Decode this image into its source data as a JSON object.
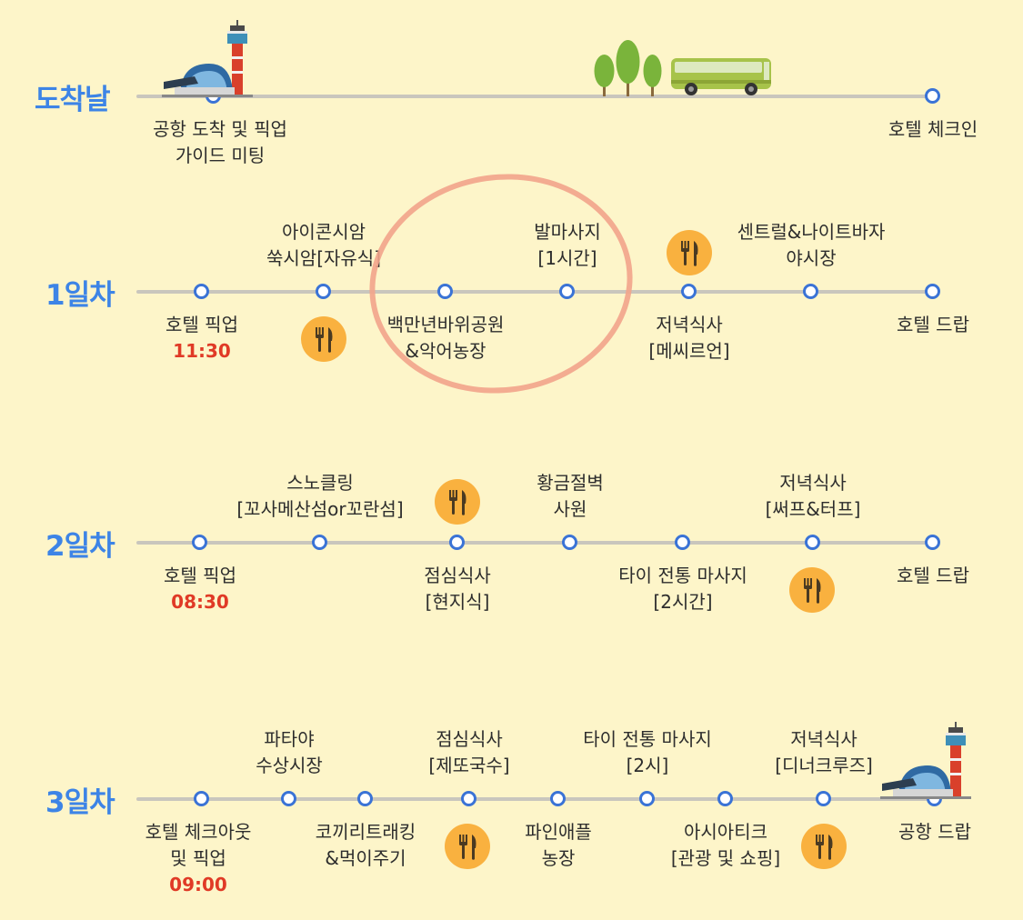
{
  "days": [
    {
      "label": "도착날",
      "stops": [
        {
          "below": [
            "공항 도착 및 픽업",
            "가이드 미팅"
          ]
        },
        {
          "below": [
            "호텔 체크인"
          ]
        }
      ]
    },
    {
      "label": "1일차",
      "stops": [
        {
          "below": [
            "호텔 픽업"
          ],
          "time": "11:30"
        },
        {
          "above": [
            "아이콘시암",
            "쑥시암[자유식]"
          ]
        },
        {
          "below": [
            "백만년바위공원",
            "&악어농장"
          ]
        },
        {
          "above": [
            "발마사지",
            "[1시간]"
          ]
        },
        {
          "below": [
            "저녁식사",
            "[메씨르언]"
          ]
        },
        {
          "above": [
            "센트럴&나이트바자",
            "야시장"
          ]
        },
        {
          "below": [
            "호텔 드랍"
          ]
        }
      ]
    },
    {
      "label": "2일차",
      "stops": [
        {
          "below": [
            "호텔 픽업"
          ],
          "time": "08:30"
        },
        {
          "above": [
            "스노클링",
            "[꼬사메산섬or꼬란섬]"
          ]
        },
        {
          "below": [
            "점심식사",
            "[현지식]"
          ]
        },
        {
          "above": [
            "황금절벽",
            "사원"
          ]
        },
        {
          "below": [
            "타이 전통 마사지",
            "[2시간]"
          ]
        },
        {
          "above": [
            "저녁식사",
            "[써프&터프]"
          ]
        },
        {
          "below": [
            "호텔 드랍"
          ]
        }
      ]
    },
    {
      "label": "3일차",
      "stops": [
        {
          "below": [
            "호텔 체크아웃",
            "및 픽업"
          ],
          "time": "09:00"
        },
        {
          "above": [
            "파타야",
            "수상시장"
          ]
        },
        {
          "below": [
            "코끼리트래킹",
            "&먹이주기"
          ]
        },
        {
          "above": [
            "점심식사",
            "[제또국수]"
          ]
        },
        {
          "below": [
            "파인애플",
            "농장"
          ]
        },
        {
          "above": [
            "타이 전통 마사지",
            "[2시]"
          ]
        },
        {
          "below": [
            "아시아티크",
            "[관광 및 쇼핑]"
          ]
        },
        {
          "above": [
            "저녁식사",
            "[디너크루즈]"
          ]
        },
        {
          "below": [
            "공항 드랍"
          ]
        }
      ]
    }
  ],
  "icons": [
    "airport-icon",
    "trees-icon",
    "bus-icon",
    "meal-icon"
  ],
  "colors": {
    "background": "#fdf5c9",
    "accent": "#3d84e6",
    "time": "#e03a26",
    "meal": "#f9b13f",
    "highlight": "#f2a48b"
  }
}
